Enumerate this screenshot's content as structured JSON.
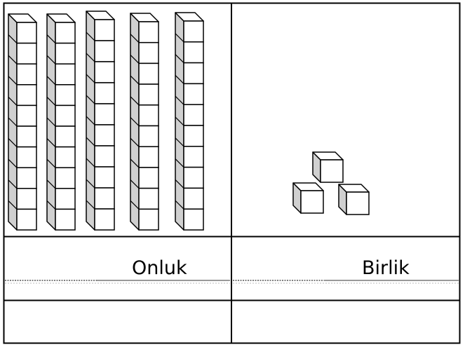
{
  "table": {
    "tens_label": "Onluk",
    "ones_label": "Birlik"
  },
  "blocks": {
    "tens_rods": 5,
    "cubes_per_rod": 10,
    "ones_cubes": 3
  },
  "colors": {
    "line": "#000000",
    "cube_front": "#ffffff",
    "cube_side": "#d0d0d0",
    "cube_top": "#ffffff",
    "writing_line_dotted": "#555555",
    "writing_line_solid": "#999999"
  }
}
